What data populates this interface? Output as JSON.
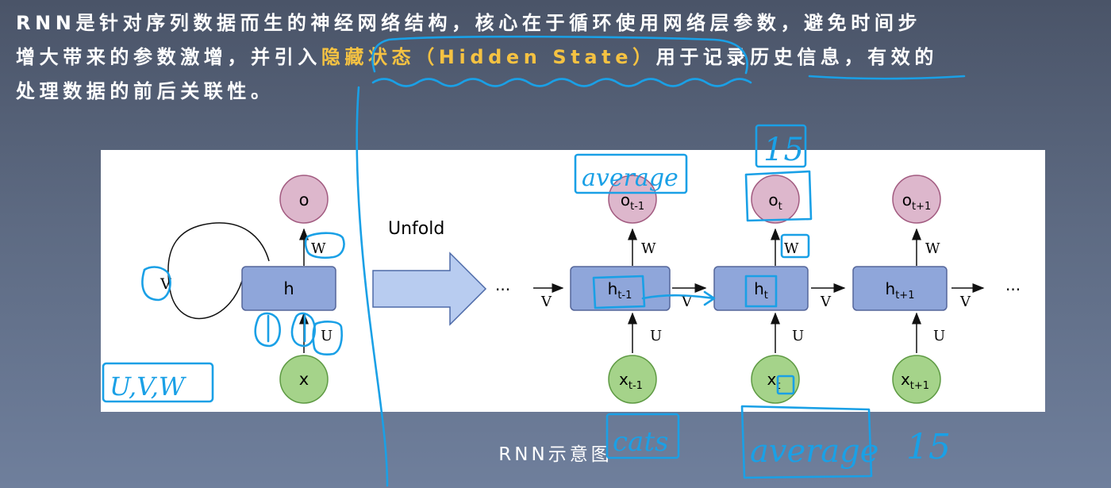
{
  "text": {
    "line1": "RNN是针对序列数据而生的神经网络结构，核心在于循环使用网络层参数，避免时间步",
    "line2_before": "增大带来的参数激增，并引入",
    "line2_highlight": "隐藏状态（Hidden State）",
    "line2_after": "用于记录历史信息，有效的",
    "line3": "处理数据的前后关联性。",
    "caption": "RNN示意图",
    "highlight_color": "#f5c242"
  },
  "diagram": {
    "folded": {
      "output": "o",
      "hidden": "h",
      "input": "x",
      "recurrent": "V",
      "w": "W",
      "u": "U"
    },
    "unfold_label": "Unfold",
    "ellipsis": "···",
    "edge_v": "V",
    "edge_w": "W",
    "edge_u": "U",
    "steps": [
      {
        "o": "o",
        "h": "h",
        "x": "x",
        "sub": "t-1"
      },
      {
        "o": "o",
        "h": "h",
        "x": "x",
        "sub": "t"
      },
      {
        "o": "o",
        "h": "h",
        "x": "x",
        "sub": "t+1"
      }
    ]
  },
  "annotations": {
    "uvw": "U,V,W",
    "average_top": "average",
    "fifteen_top": "15",
    "cats": "cats",
    "average_bottom": "average",
    "fifteen_bottom": "15",
    "ink_color": "#1aa0e6"
  }
}
